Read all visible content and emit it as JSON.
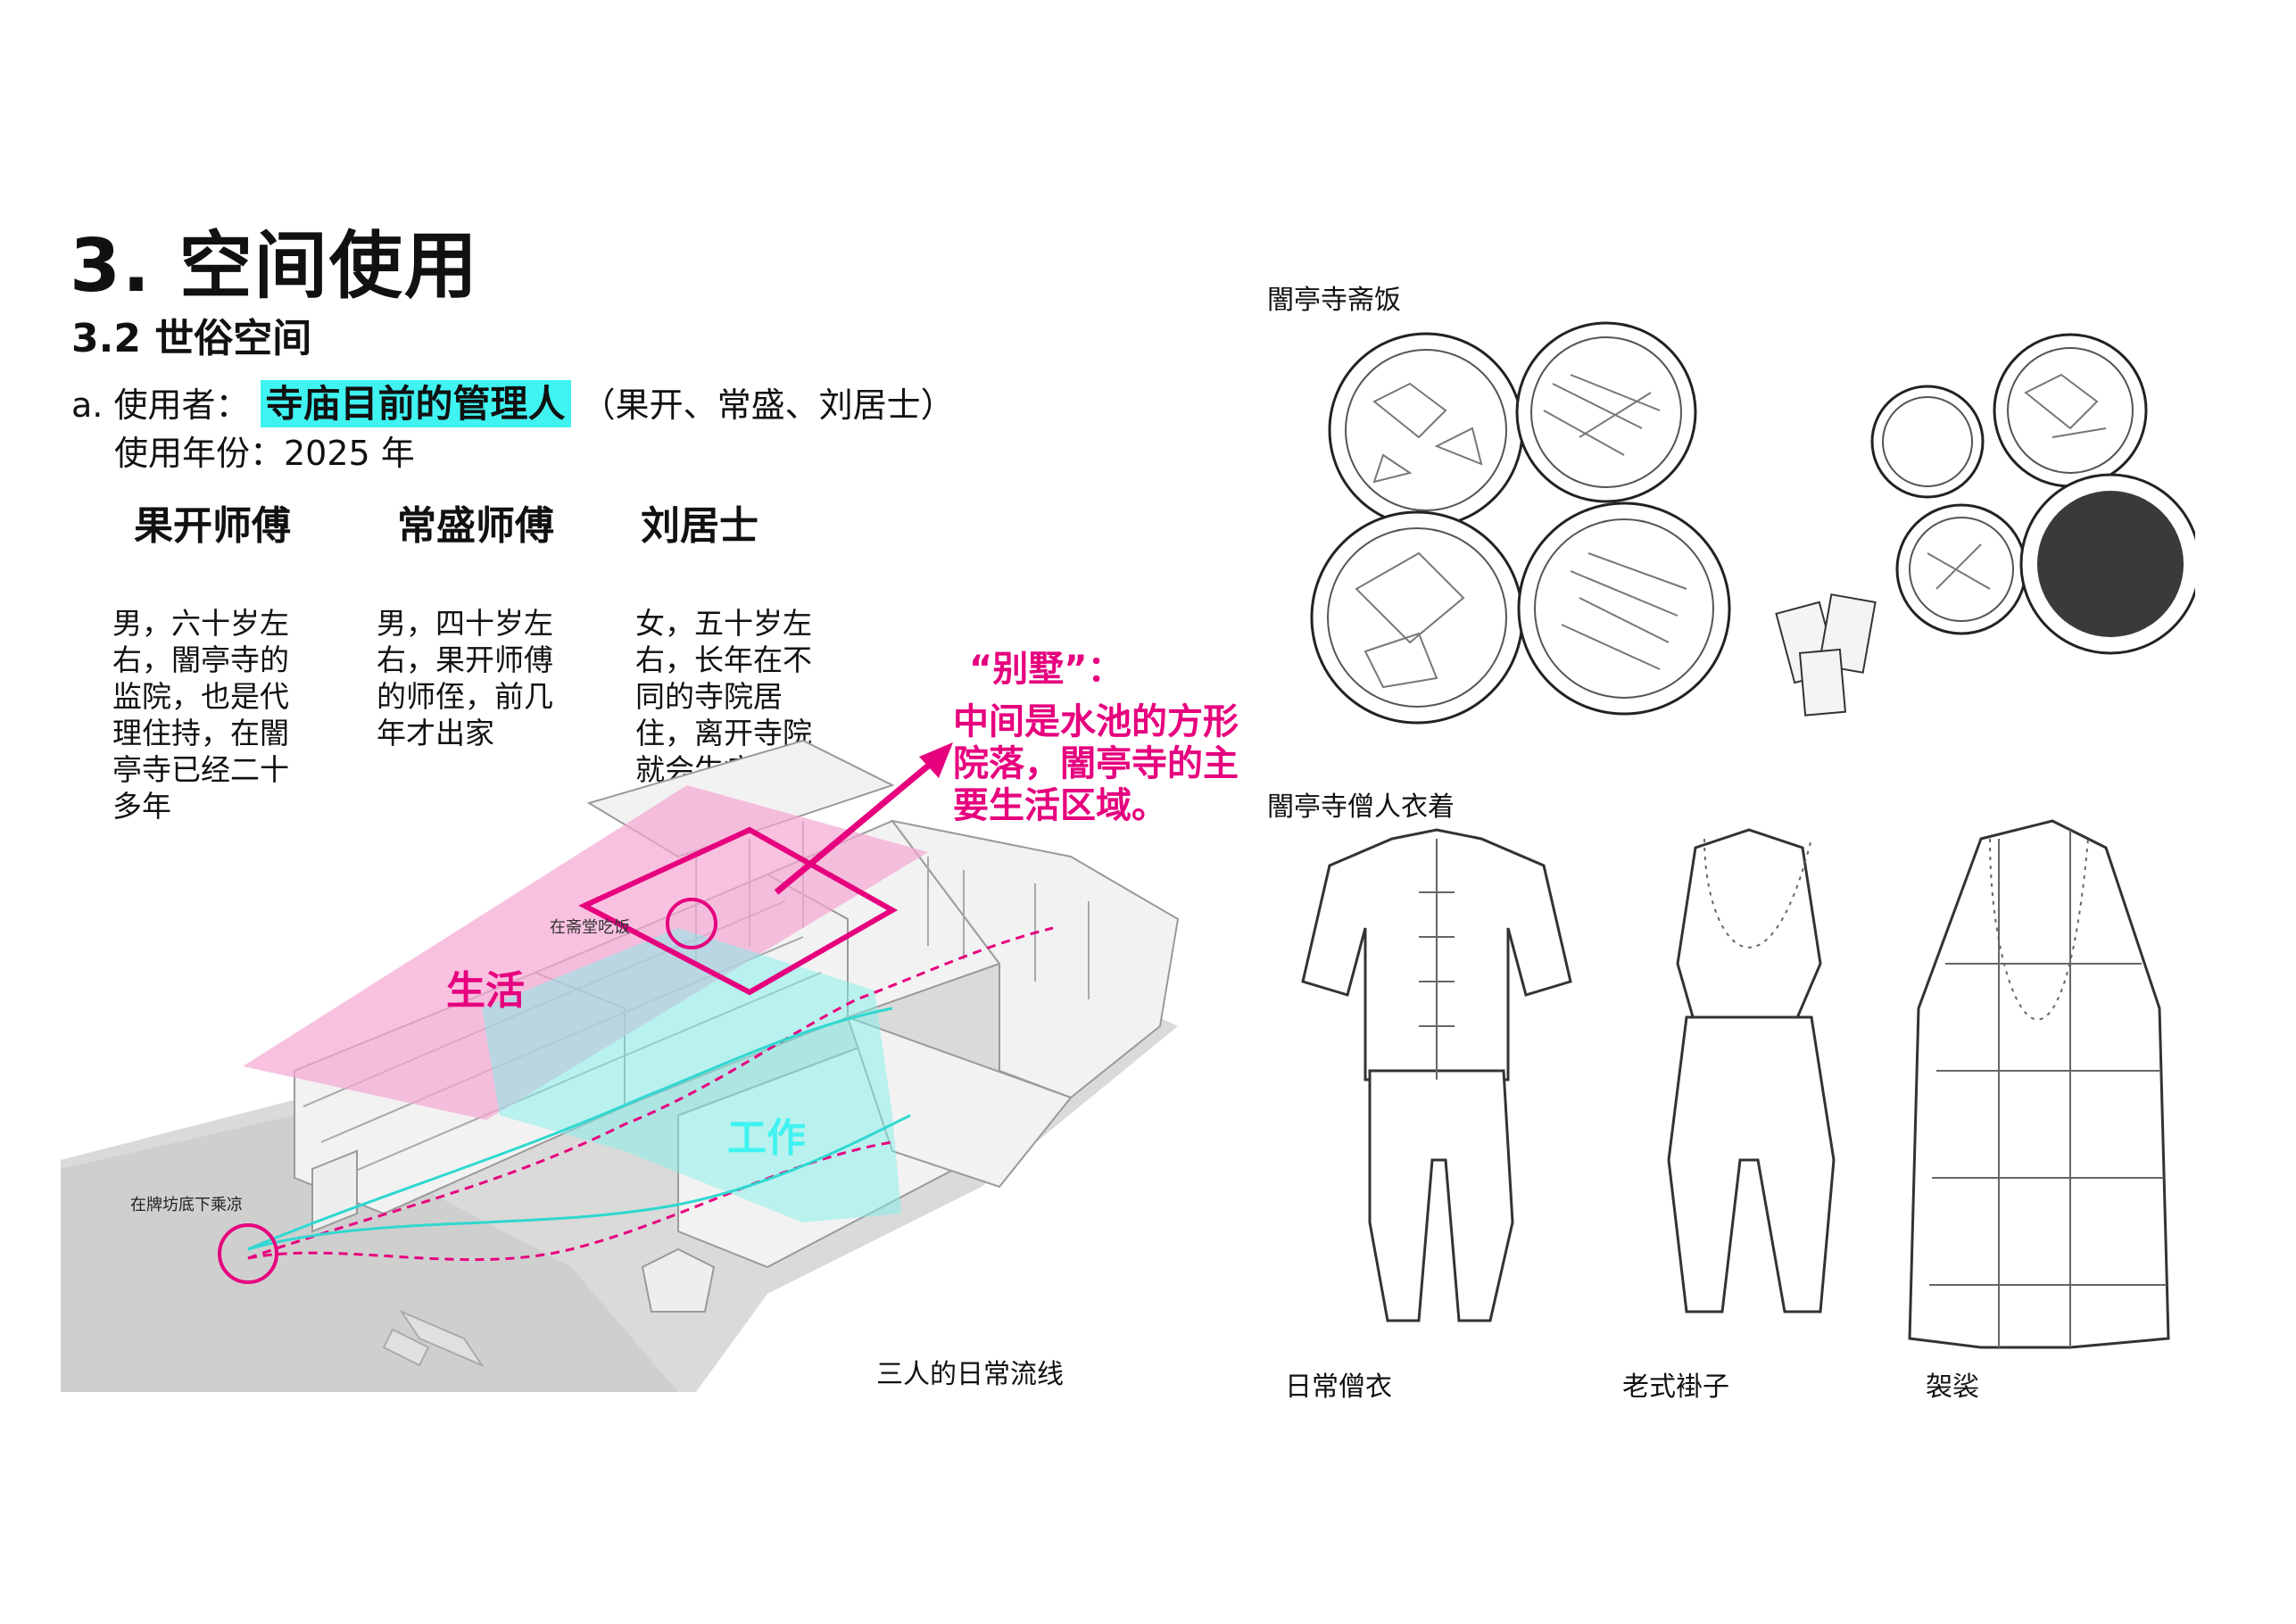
{
  "heading": {
    "title": "3. 空间使用",
    "subtitle": "3.2 世俗空间",
    "users_prefix": "a. 使用者：",
    "users_highlight": "寺庙目前的管理人",
    "users_suffix": "（果开、常盛、刘居士）",
    "year_line": "使用年份：2025 年"
  },
  "people": [
    {
      "name": "果开师傅",
      "desc": "男，六十岁左右，闇亭寺的监院，也是代理住持，在闇亭寺已经二十多年"
    },
    {
      "name": "常盛师傅",
      "desc": "男，四十岁左右，果开师傅的师侄，前几年才出家"
    },
    {
      "name": "刘居士",
      "desc": "女，五十岁左右，长年在不同的寺院居住，离开寺院就会生病"
    }
  ],
  "annotation": {
    "title": "“别墅”：",
    "body": "中间是水池的方形院落，闇亭寺的主要生活区域。"
  },
  "diagram": {
    "label_living": "生活",
    "label_work": "工作",
    "spot_dining": "在斋堂吃饭",
    "spot_archway": "在牌坊底下乘凉",
    "caption": "三人的日常流线"
  },
  "food": {
    "caption": "闇亭寺斋饭"
  },
  "clothing": {
    "caption": "闇亭寺僧人衣着",
    "items": [
      "日常僧衣",
      "老式褂子",
      "袈裟"
    ]
  },
  "colors": {
    "magenta": "#e6007e",
    "cyan": "#3ff3f1"
  }
}
